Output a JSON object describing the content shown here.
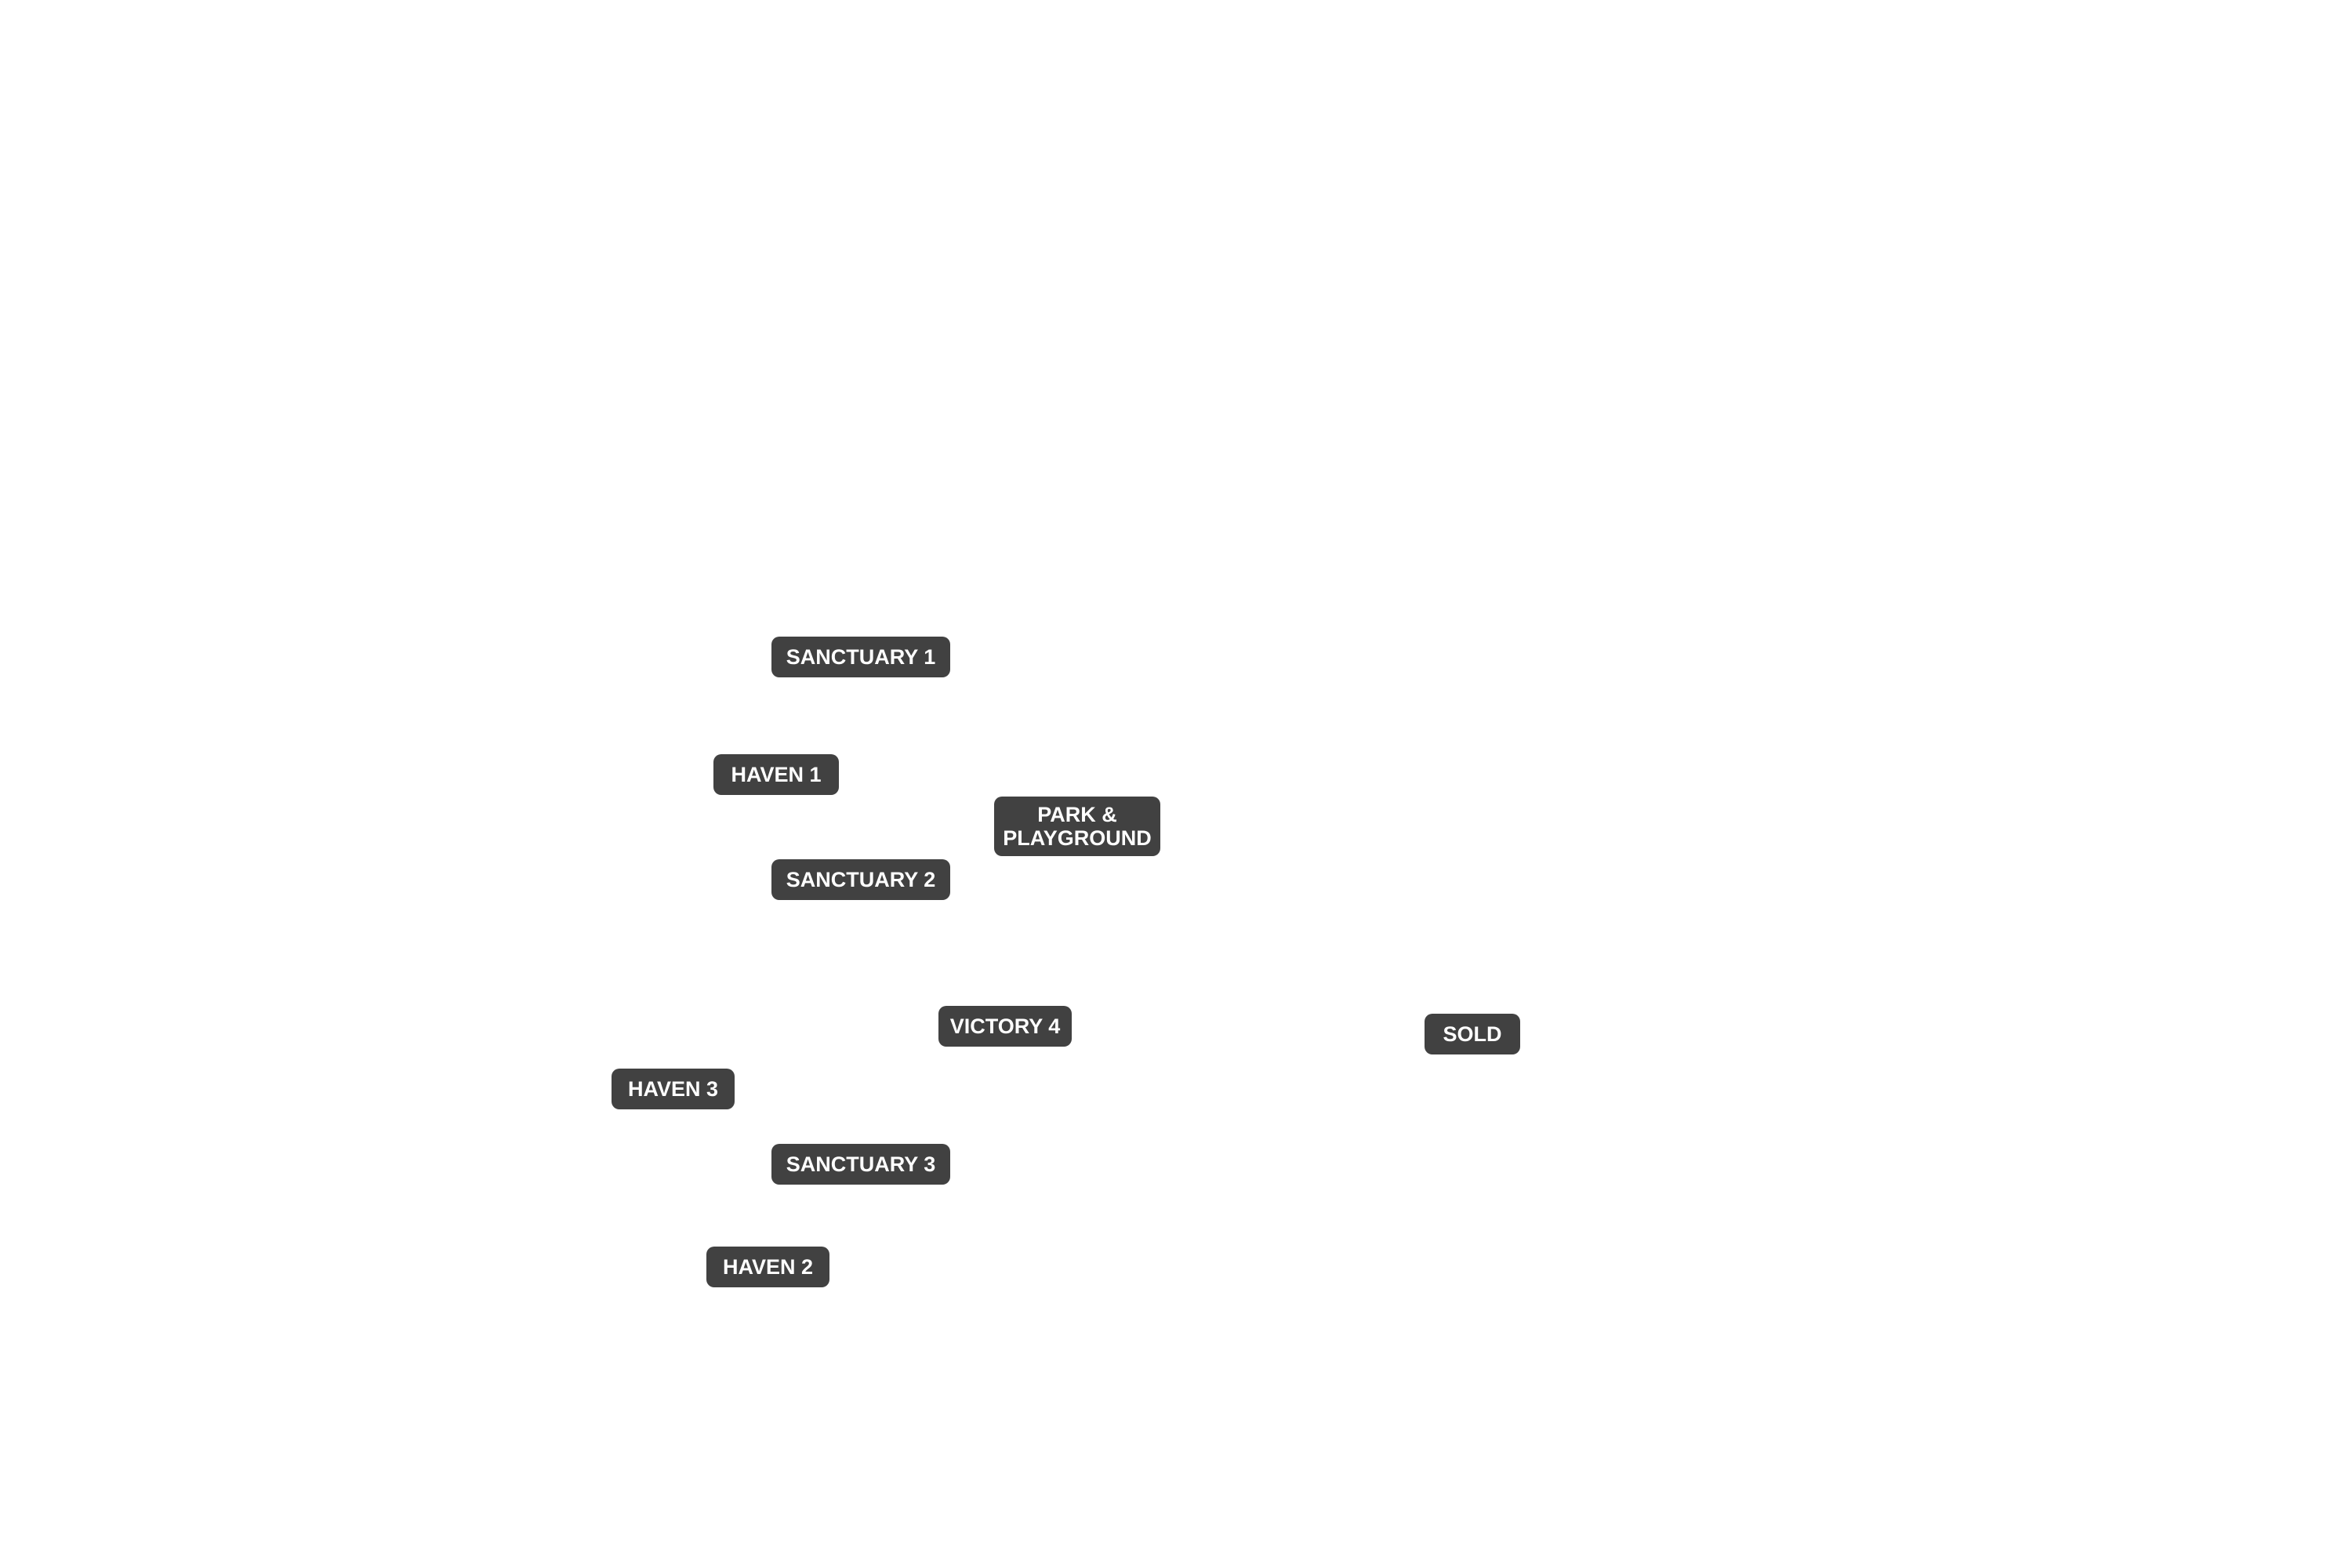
{
  "colors": {
    "background": "#ffffff",
    "label_background": "#414141",
    "label_text": "#ffffff"
  },
  "labels": {
    "sanctuary_1": "SANCTUARY 1",
    "haven_1": "HAVEN 1",
    "park_line_1": "PARK &",
    "park_line_2": "PLAYGROUND",
    "sanctuary_2": "SANCTUARY 2",
    "victory_4": "VICTORY 4",
    "sold": "SOLD",
    "haven_3": "HAVEN 3",
    "sanctuary_3": "SANCTUARY 3",
    "haven_2": "HAVEN 2"
  }
}
